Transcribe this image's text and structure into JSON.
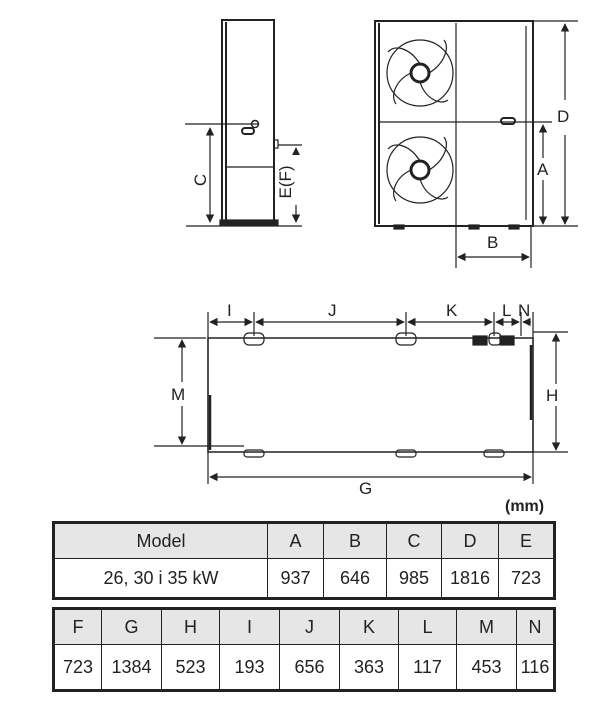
{
  "dimension_labels": {
    "A": "A",
    "B": "B",
    "C": "C",
    "D": "D",
    "EF": "E(F)",
    "G": "G",
    "H": "H",
    "I": "I",
    "J": "J",
    "K": "K",
    "L": "L",
    "M": "M",
    "N": "N"
  },
  "unit": "(mm)",
  "table1": {
    "headers": [
      "Model",
      "A",
      "B",
      "C",
      "D",
      "E"
    ],
    "values": [
      "26, 30 i 35 kW",
      "937",
      "646",
      "985",
      "1816",
      "723"
    ]
  },
  "table2": {
    "headers": [
      "F",
      "G",
      "H",
      "I",
      "J",
      "K",
      "L",
      "M",
      "N"
    ],
    "values": [
      "723",
      "1384",
      "523",
      "193",
      "656",
      "363",
      "117",
      "453",
      "116"
    ]
  }
}
